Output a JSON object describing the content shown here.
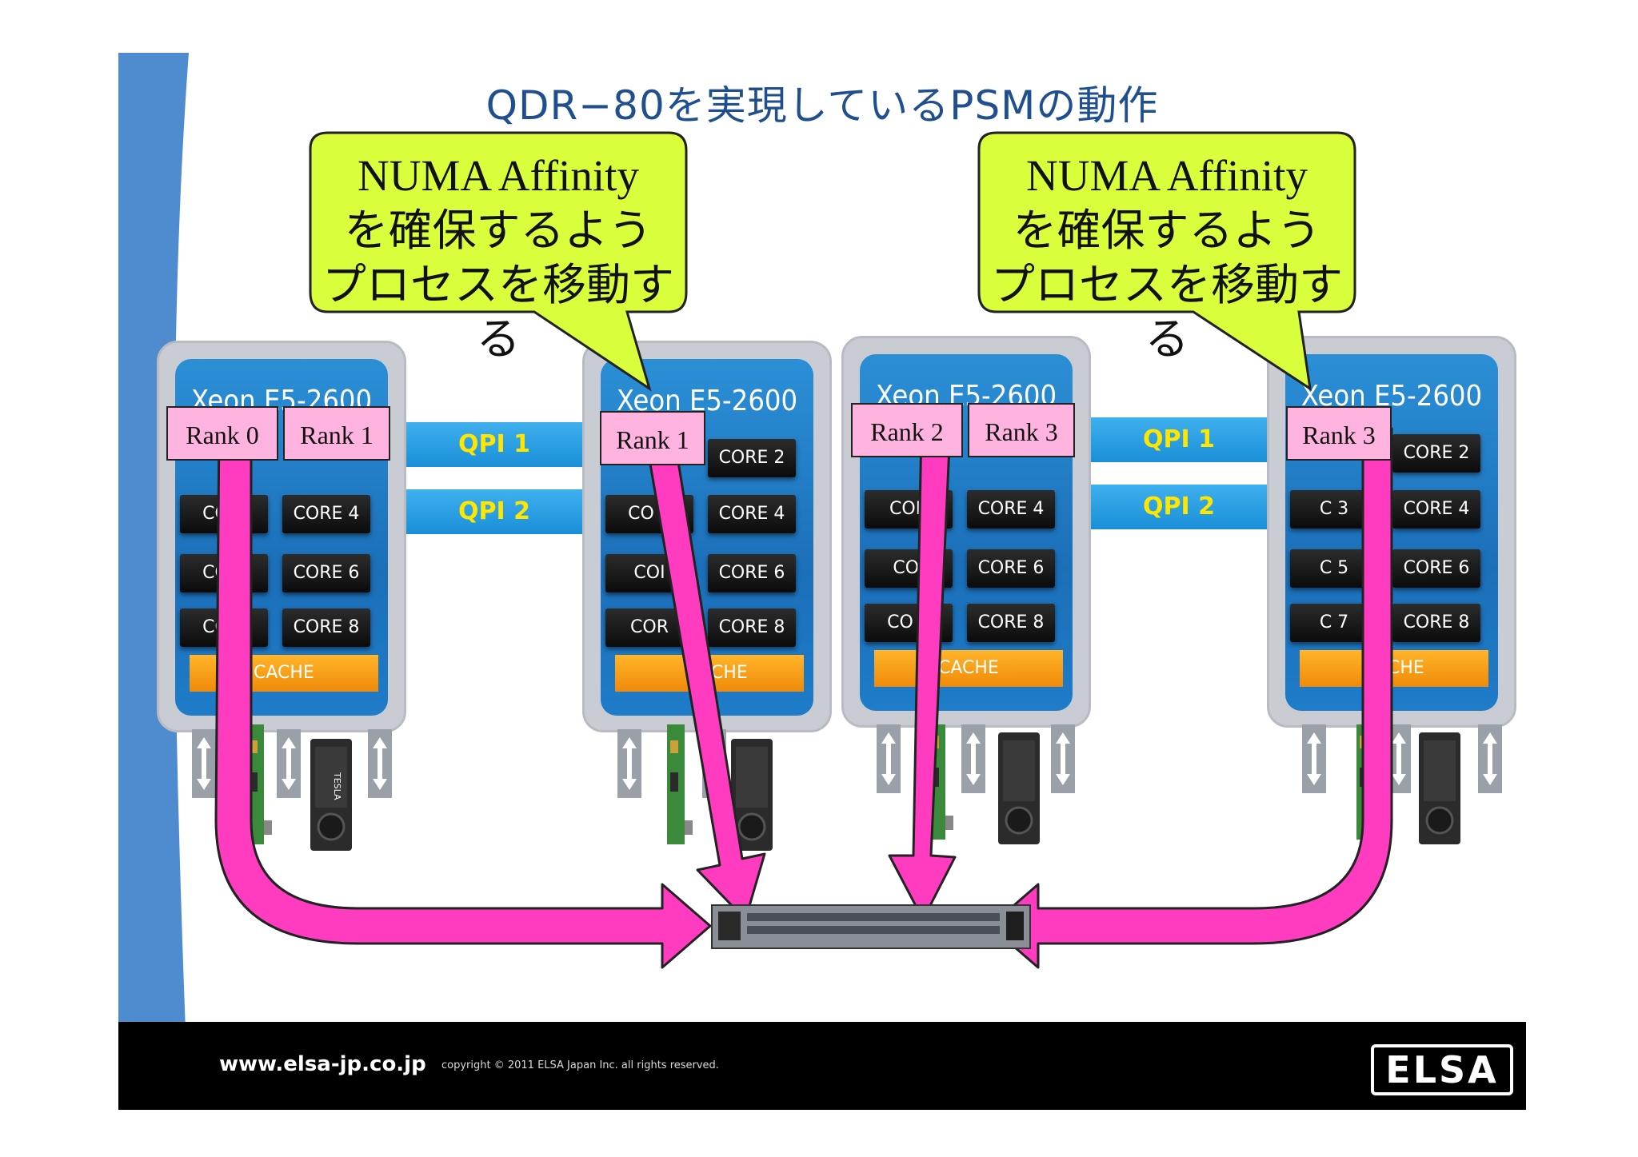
{
  "title": "QDR−80を実現しているPSMの動作",
  "colors": {
    "title": "#1f4f8f",
    "bubble_fill": "#d9ff3c",
    "rank_fill": "#ffb3de",
    "arrow": "#ff3cbf",
    "qpi_text": "#ffe600",
    "side_band": "#4f8bcf"
  },
  "bubble_left": {
    "line1": "NUMA Affinity",
    "line2": "を確保するよう",
    "line3": "プロセスを移動する"
  },
  "bubble_right": {
    "line1": "NUMA Affinity",
    "line2": "を確保するよう",
    "line3": "プロセスを移動する"
  },
  "nodes": [
    {
      "chip": "Xeon E5-2600",
      "cores": [
        "CORE 4",
        "CORE 6",
        "CORE 8",
        "CO   3",
        "CO   5",
        "CO   7"
      ],
      "cache": "CACHE"
    },
    {
      "chip": "Xeon E5-2600",
      "cores": [
        "CORE 2",
        "CORE 4",
        "CORE 6",
        "CORE 8",
        "CO   3",
        "COI",
        "COR"
      ],
      "cache": "CHE"
    },
    {
      "chip": "Xeon E5-2600",
      "cores": [
        "CORE 4",
        "CORE 6",
        "CORE 8",
        "COR",
        "COI",
        "CO   7"
      ],
      "cache": "CACHE"
    },
    {
      "chip": "Xeon E5-2600",
      "cores": [
        "CORE 2",
        "CORE 4",
        "CORE 6",
        "CORE 8",
        "C    3",
        "C    5",
        "C    7"
      ],
      "cache": "CACHE"
    }
  ],
  "qpi": {
    "left1": "QPI 1",
    "left2": "QPI 2",
    "right1": "QPI 1",
    "right2": "QPI 2"
  },
  "ranks": {
    "n1a": "Rank 0",
    "n1b": "Rank 1",
    "n2": "Rank 1",
    "n3a": "Rank 2",
    "n3b": "Rank 3",
    "n4": "Rank 3"
  },
  "gpu_label": "TESLA",
  "footer": {
    "url": "www.elsa-jp.co.jp",
    "copyright": "copyright © 2011 ELSA Japan Inc. all rights reserved.",
    "logo": "ELSA"
  },
  "icons": {
    "switch": "infiniband-switch-icon",
    "gpu": "gpu-card-icon",
    "hca": "hca-card-icon",
    "pcie": "pcie-arrow-icon"
  }
}
